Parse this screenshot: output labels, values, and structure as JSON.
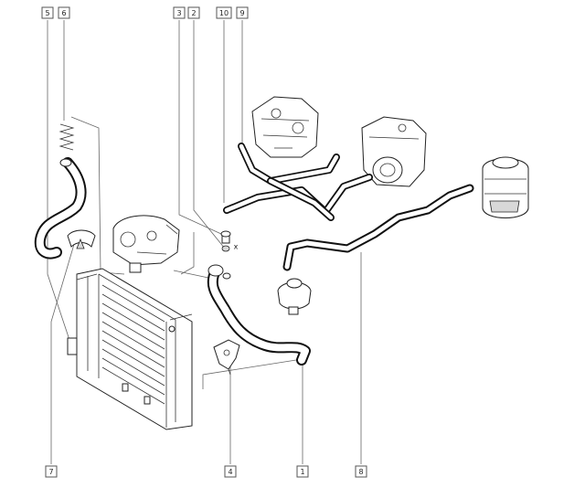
{
  "callouts": [
    {
      "id": "5",
      "label": "5"
    },
    {
      "id": "6",
      "label": "6"
    },
    {
      "id": "3",
      "label": "3"
    },
    {
      "id": "2",
      "label": "2"
    },
    {
      "id": "10",
      "label": "10"
    },
    {
      "id": "9",
      "label": "9"
    },
    {
      "id": "7",
      "label": "7"
    },
    {
      "id": "4",
      "label": "4"
    },
    {
      "id": "1",
      "label": "1"
    },
    {
      "id": "8",
      "label": "8"
    }
  ],
  "annotations": {
    "bleed_screw_mark": "x"
  }
}
